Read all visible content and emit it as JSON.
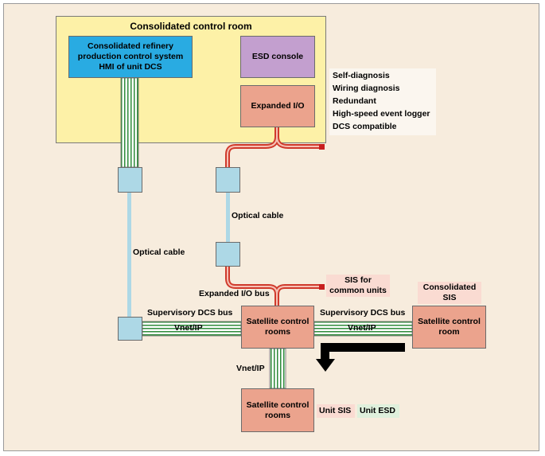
{
  "title": "Consolidated control room",
  "boxes": {
    "hmi": "Consolidated refinery\nproduction control system\nHMI of unit DCS",
    "esd": "ESD console",
    "expanded_io": "Expanded I/O",
    "satellite_center": "Satellite control\nrooms",
    "satellite_right": "Satellite control\nroom",
    "satellite_bottom": "Satellite control\nrooms"
  },
  "features": [
    "Self-diagnosis",
    "Wiring diagnosis",
    "Redundant",
    "High-speed event logger",
    "DCS compatible"
  ],
  "labels": {
    "optical_cable_left": "Optical cable",
    "optical_cable_mid": "Optical cable",
    "expanded_io_bus": "Expanded I/O bus",
    "sis_common": "SIS for\ncommon units",
    "consolidated_sis": "Consolidated\nSIS",
    "supervisory_left": "Supervisory DCS bus",
    "supervisory_right": "Supervisory DCS bus",
    "vnet_left": "Vnet/IP",
    "vnet_right": "Vnet/IP",
    "vnet_vertical": "Vnet/IP",
    "unit_sis": "Unit SIS",
    "unit_esd": "Unit ESD"
  },
  "colors": {
    "hmi": "#29abe2",
    "esd_console": "#c39fcf",
    "satellite": "#eba38d",
    "room": "#fdf1a7",
    "optical_cable": "#add8e6",
    "io_bus": "#d03a2c",
    "vnet_green": "#2e8b3a"
  }
}
